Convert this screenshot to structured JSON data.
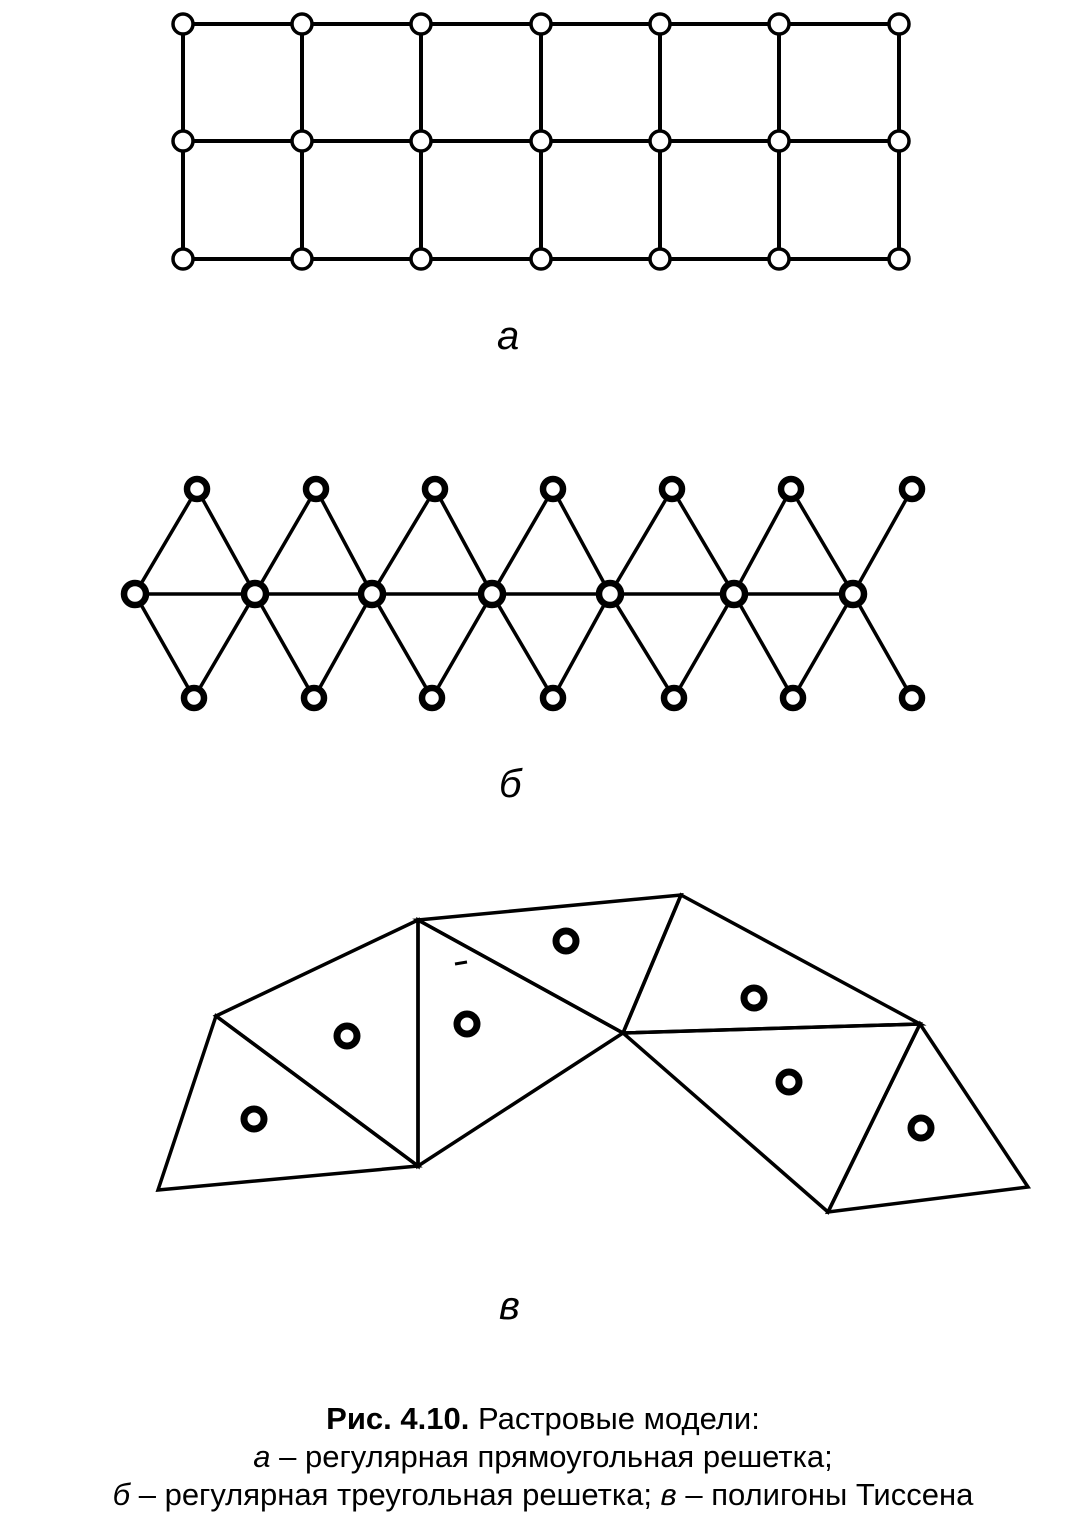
{
  "panels": {
    "a": {
      "label": "а"
    },
    "b": {
      "label": "б"
    },
    "c": {
      "label": "в"
    }
  },
  "caption": {
    "figure_number": "Рис. 4.10.",
    "title": "Растровые модели:",
    "line2_letter": "а",
    "line2_text": " – регулярная прямоугольная решетка;",
    "line3_letter_b": "б",
    "line3_text_b": " – регулярная треугольная решетка; ",
    "line3_letter_c": "в",
    "line3_text_c": " – полигоны Тиссена"
  }
}
